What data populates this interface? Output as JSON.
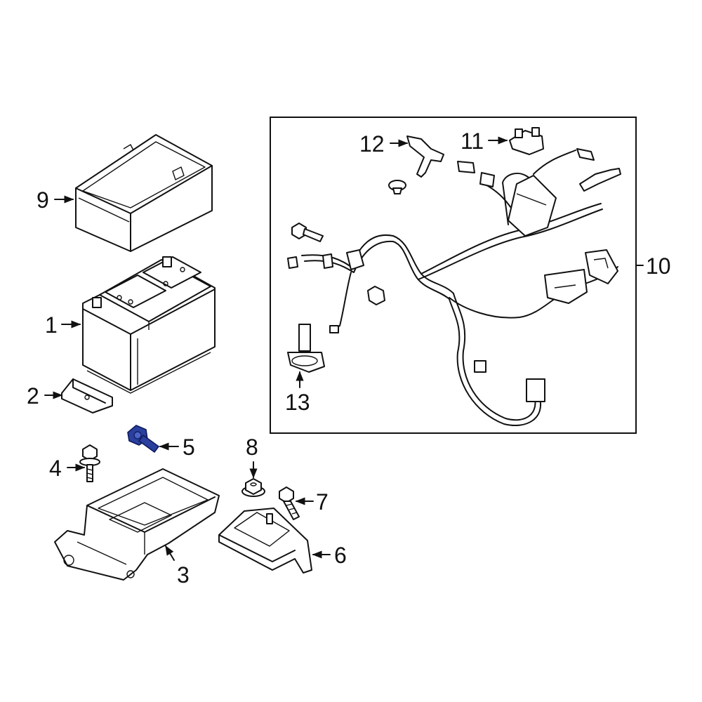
{
  "diagram": {
    "highlight_color": "#2a3f9e",
    "line_color": "#111111",
    "callouts": {
      "c1": "1",
      "c2": "2",
      "c3": "3",
      "c4": "4",
      "c5": "5",
      "c6": "6",
      "c7": "7",
      "c8": "8",
      "c9": "9",
      "c10": "10",
      "c11": "11",
      "c12": "12",
      "c13": "13"
    }
  }
}
